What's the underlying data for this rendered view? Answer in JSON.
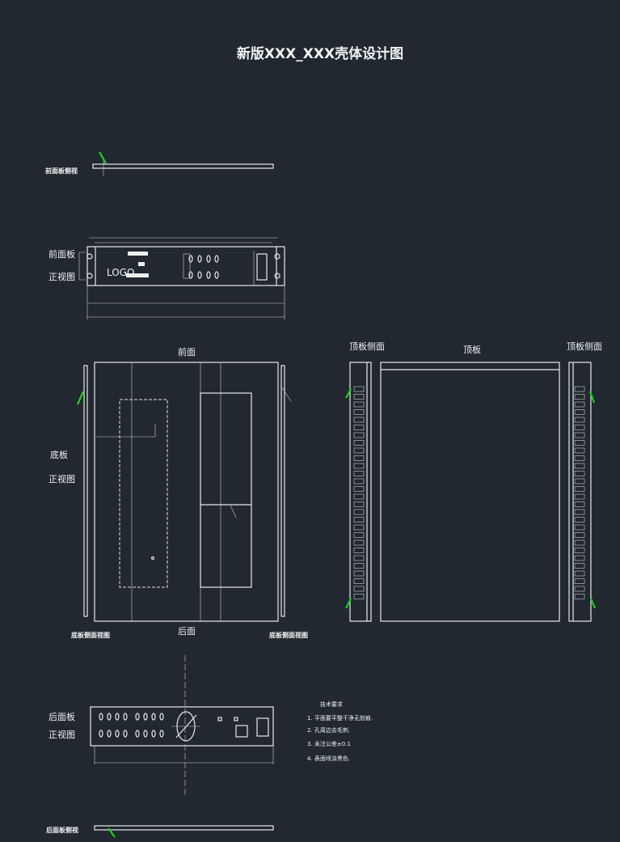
{
  "title": "新版XXX_XXX壳体设计图",
  "front_side_label": "前面板侧视",
  "front_view": {
    "label1": "前面板",
    "label2": "正视图",
    "logo": "LOGO"
  },
  "bottom_view": {
    "label1": "底板",
    "label2": "正视图",
    "front": "前面",
    "back": "后面",
    "left_side_label": "底板侧面视图",
    "right_side_label": "底板侧面视图"
  },
  "top_view": {
    "title": "顶板",
    "left_side": "顶板侧面",
    "right_side": "顶板侧面"
  },
  "back_view": {
    "label1": "后面板",
    "label2": "正视图"
  },
  "back_side_label": "后面板侧视",
  "tech_requirements": {
    "title": "技术要求",
    "items": [
      "1. 平面要平整干净无划痕.",
      "2. 孔周边去毛刺.",
      "3. 未注公差±0.1",
      "4. 表面喷涂黑色."
    ]
  },
  "colors": {
    "background": "#212830",
    "lines": "#e8e8e8",
    "marker": "#19d219"
  }
}
